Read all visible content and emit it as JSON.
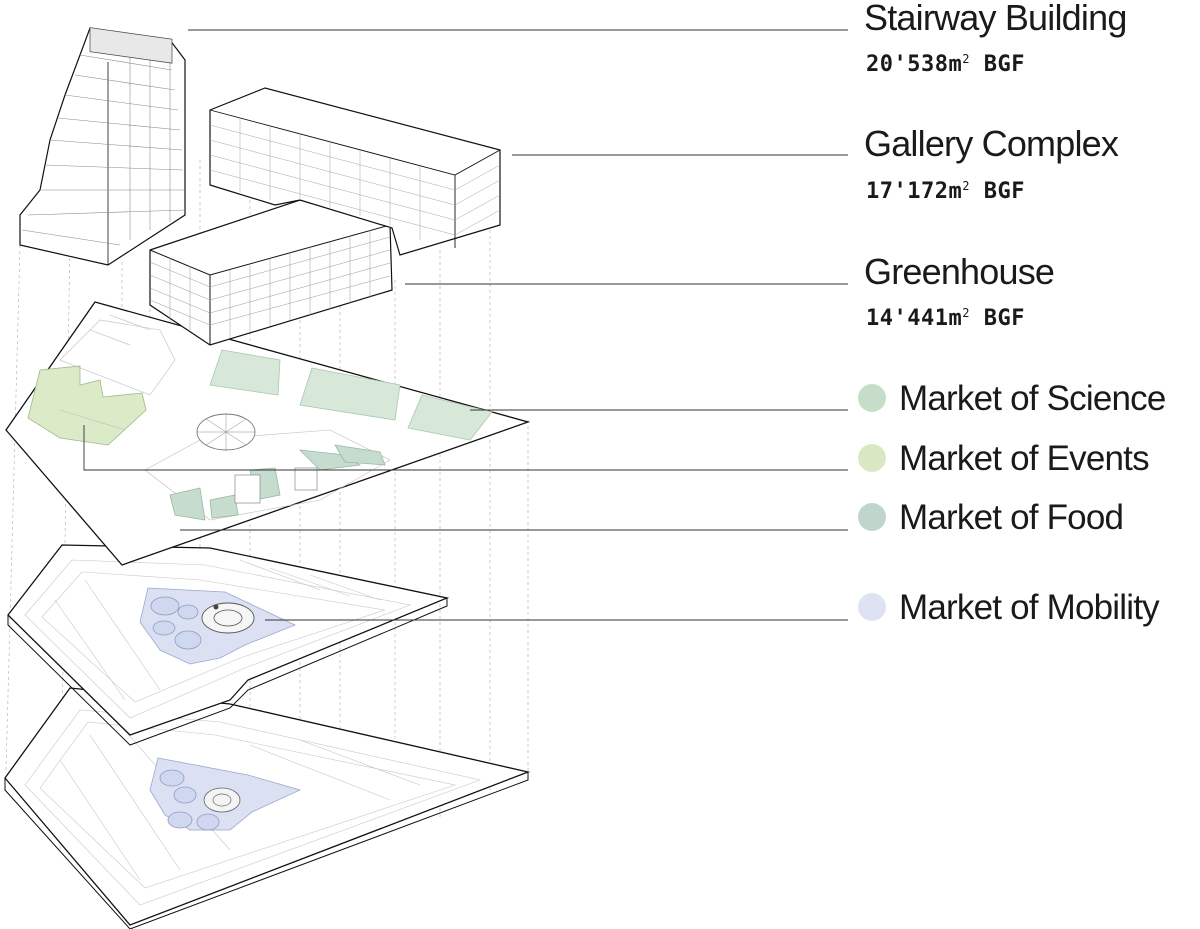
{
  "buildings": [
    {
      "name": "Stairway Building",
      "area_value": "20'538m",
      "area_sup": "2",
      "area_suffix": " BGF"
    },
    {
      "name": "Gallery Complex",
      "area_value": "17'172m",
      "area_sup": "2",
      "area_suffix": " BGF"
    },
    {
      "name": "Greenhouse",
      "area_value": "14'441m",
      "area_sup": "2",
      "area_suffix": " BGF"
    }
  ],
  "legend": [
    {
      "label": "Market of Science",
      "color": "#c6dec9"
    },
    {
      "label": "Market of Events",
      "color": "#d9e8c3"
    },
    {
      "label": "Market of Food",
      "color": "#bfd6cc"
    },
    {
      "label": "Market of Mobility",
      "color": "#dde3f3"
    }
  ]
}
